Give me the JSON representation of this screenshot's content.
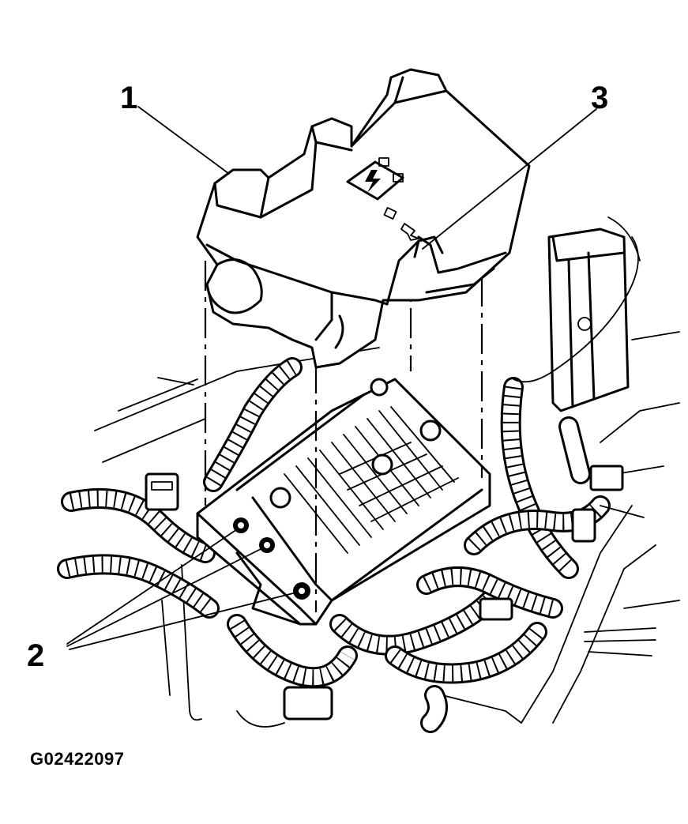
{
  "callouts": {
    "cover": "1",
    "fasteners": "2",
    "tab": "3"
  },
  "figure_code": "G02422097",
  "icons": {
    "cover": "fuse-block-cover-illustration",
    "fuse_block": "underhood-fuse-block-illustration",
    "module": "relay-module-illustration",
    "harness": "wiring-harness-illustration"
  }
}
